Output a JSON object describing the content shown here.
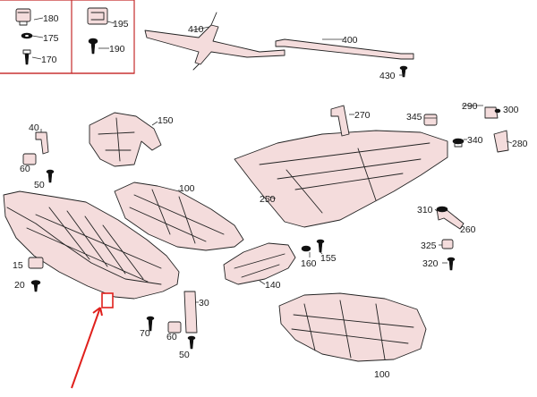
{
  "labels": {
    "l180": "180",
    "l175": "175",
    "l170": "170",
    "l195": "195",
    "l190": "190",
    "l410": "410",
    "l400": "400",
    "l430": "430",
    "l270": "270",
    "l345": "345",
    "l290": "290",
    "l300": "300",
    "l340": "340",
    "l280": "280",
    "l150": "150",
    "l40": "40",
    "l60a": "60",
    "l50a": "50",
    "l100a": "100",
    "l250": "250",
    "l310": "310",
    "l260": "260",
    "l325": "325",
    "l320": "320",
    "l160": "160",
    "l155": "155",
    "l140": "140",
    "l15": "15",
    "l20": "20",
    "l30": "30",
    "l70": "70",
    "l60b": "60",
    "l50b": "50",
    "l100b": "100"
  },
  "colors": {
    "frame": "#c52b2b",
    "arrow": "#e0201c",
    "highlight": "#f4dcdc"
  }
}
